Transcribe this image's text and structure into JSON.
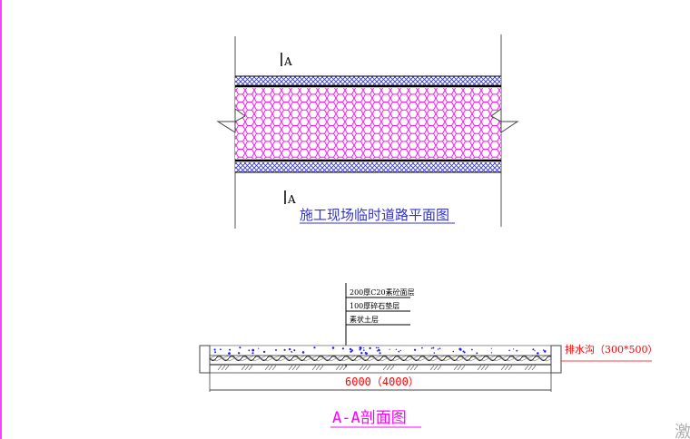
{
  "plan": {
    "section_mark_top": "A",
    "section_mark_bottom": "A",
    "title": "施工现场临时道路平面图"
  },
  "section": {
    "layers": [
      "200厚C20素砼面层",
      "100厚碎石垫层",
      "素状土层"
    ],
    "ditch_label": "排水沟（300*500）",
    "width_label": "6000（4000）",
    "title": "A-A剖面图"
  },
  "watermark": "激",
  "colors": {
    "magenta": "#ff00ff",
    "blue": "#0000ff",
    "red": "#ff0000",
    "title_blue": "#3333cc",
    "black": "#000000",
    "gray": "#808080"
  }
}
